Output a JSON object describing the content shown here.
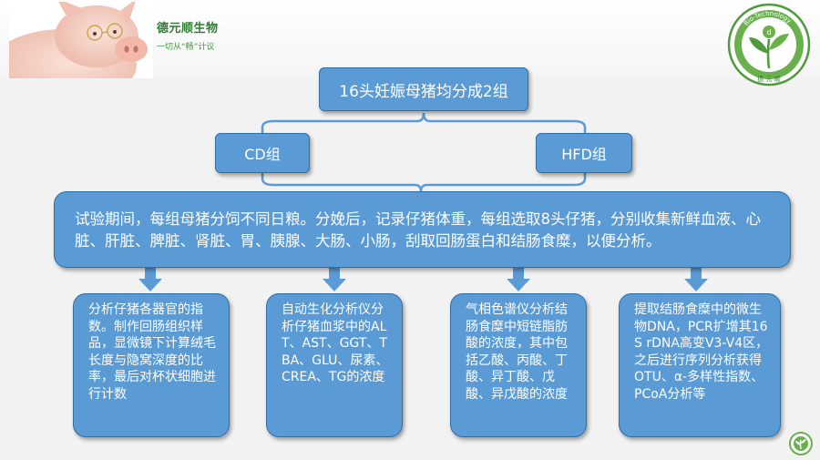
{
  "brand": {
    "name": "德元顺生物",
    "slogan": "一切从“畅”计议",
    "logo_ring_text": "Bio-Technology",
    "logo_bottom_text": "德 元 顺"
  },
  "flow": {
    "root": "16头妊娠母猪均分成2组",
    "groups": [
      "CD组",
      "HFD组"
    ],
    "procedure": "试验期间，每组母猪分饲不同日粮。分娩后，记录仔猪体重，每组选取8头仔猪，分别收集新鲜血液、心脏、肝脏、脾脏、肾脏、胃、胰腺、大肠、小肠，刮取回肠蛋白和结肠食糜，以便分析。",
    "methods": [
      "分析仔猪各器官的指数。制作回肠组织样品，显微镜下计算绒毛长度与隐窝深度的比率，最后对杯状细胞进行计数",
      "自动生化分析仪分析仔猪血浆中的ALT、AST、GGT、TBA、GLU、尿素、CREA、TG的浓度",
      "气相色谱仪分析结肠食糜中短链脂肪酸的浓度，其中包括乙酸、丙酸、丁酸、异丁酸、戊酸、异戊酸的浓度",
      "提取结肠食糜中的微生物DNA，PCR扩增其16S rDNA高变V3-V4区，之后进行序列分析获得OTU、α-多样性指数、PCoA分析等"
    ]
  },
  "colors": {
    "box_fill": "#5b9bd5",
    "box_border": "#2f6fa8",
    "connector": "#5b9bd5",
    "brand_green": "#2f7d32"
  },
  "icons": [
    "pig-photo",
    "company-logo-icon",
    "leaf-logo-icon",
    "down-arrow-icon"
  ]
}
